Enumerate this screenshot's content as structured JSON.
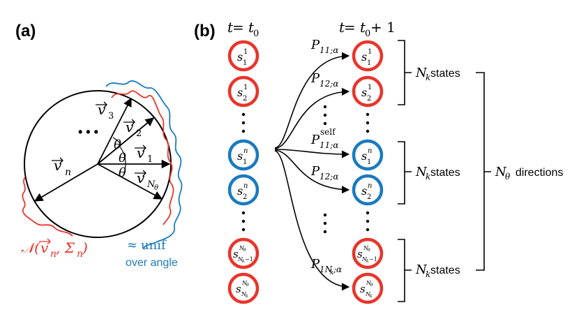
{
  "panel_a": {
    "label": "(a)",
    "vectors": [
      {
        "symbol": "v",
        "sub": "3"
      },
      {
        "symbol": "v",
        "sub": "2"
      },
      {
        "symbol": "v",
        "sub": "1"
      },
      {
        "symbol": "v",
        "sub": "N",
        "subsub": "θ"
      },
      {
        "symbol": "v",
        "sub": "n"
      }
    ],
    "dots": "• • •",
    "angle_symbol": "θ",
    "red_annotation": {
      "prefix": "𝒩(",
      "vec": "v",
      "vec_sub": "n",
      "mid": ", Σ",
      "mid_sub": "n",
      "suffix": ")"
    },
    "blue_annotation": {
      "approx": "≈",
      "word": "unif",
      "line2": "over angle"
    },
    "colors": {
      "red": "#e8352b",
      "blue": "#1a7ac0",
      "black": "#000000"
    }
  },
  "panel_b": {
    "label": "(b)",
    "time_left": {
      "t": "t",
      "eq": " = ",
      "t0": "t",
      "sub": "0"
    },
    "time_right": {
      "t": "t",
      "eq": " = ",
      "t0": "t",
      "sub": "0",
      "plus": " + 1"
    },
    "states": [
      {
        "base": "s",
        "sub": "1",
        "sup": "1",
        "color": "red"
      },
      {
        "base": "s",
        "sub": "2",
        "sup": "1",
        "color": "red"
      },
      {
        "base": "s",
        "sub": "1",
        "sup": "n",
        "color": "blue"
      },
      {
        "base": "s",
        "sub": "2",
        "sup": "n",
        "color": "blue"
      },
      {
        "base": "s",
        "sub": "N",
        "subsub": "k",
        "subtail": "−1",
        "sup": "N",
        "supsub": "θ",
        "color": "red"
      },
      {
        "base": "s",
        "sub": "N",
        "subsub": "k",
        "sup": "N",
        "supsub": "θ",
        "color": "red"
      }
    ],
    "transitions": [
      {
        "P": "P",
        "sub": "11;α"
      },
      {
        "P": "P",
        "sub": "12;α"
      },
      {
        "P": "P",
        "sub": "11;α",
        "sup": "self"
      },
      {
        "P": "P",
        "sub": "12;α"
      },
      {
        "P": "P",
        "sub": "1N",
        "subsub": "k",
        "subtail": ";α"
      }
    ],
    "brace_labels": [
      {
        "N": "N",
        "sub": "k",
        "word": " states"
      },
      {
        "N": "N",
        "sub": "k",
        "word": " states"
      },
      {
        "N": "N",
        "sub": "k",
        "word": " states"
      }
    ],
    "directions_label": {
      "N": "N",
      "sub": "θ",
      "word": "  directions"
    }
  }
}
